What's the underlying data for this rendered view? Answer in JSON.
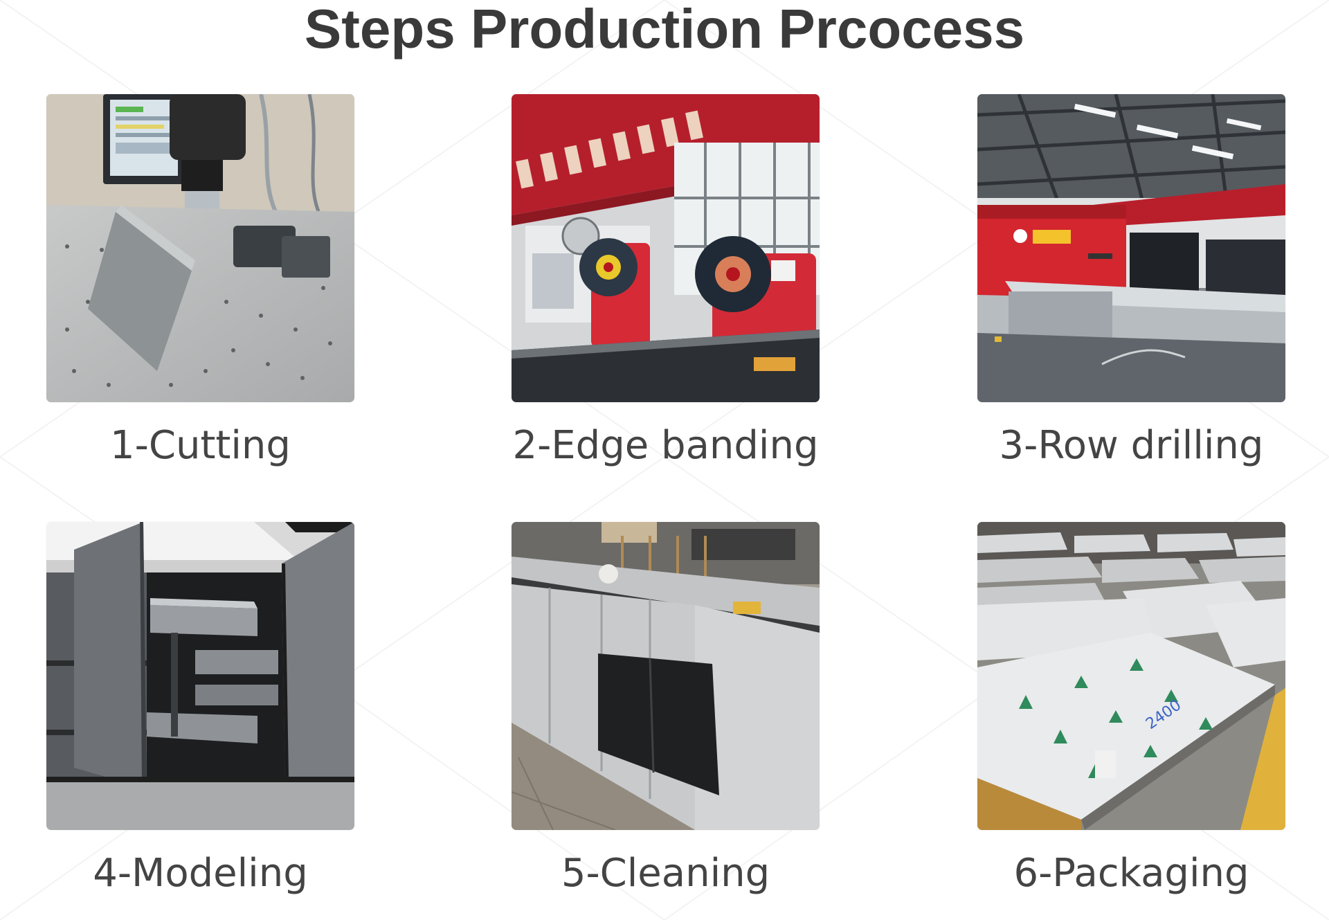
{
  "page": {
    "title": "Steps Production Prcocess",
    "title_color": "#3a3a3a",
    "caption_color": "#444444"
  },
  "steps": [
    {
      "label": "1-Cutting"
    },
    {
      "label": "2-Edge banding"
    },
    {
      "label": "3-Row drilling"
    },
    {
      "label": "4-Modeling"
    },
    {
      "label": "5-Cleaning"
    },
    {
      "label": "6-Packaging"
    }
  ]
}
